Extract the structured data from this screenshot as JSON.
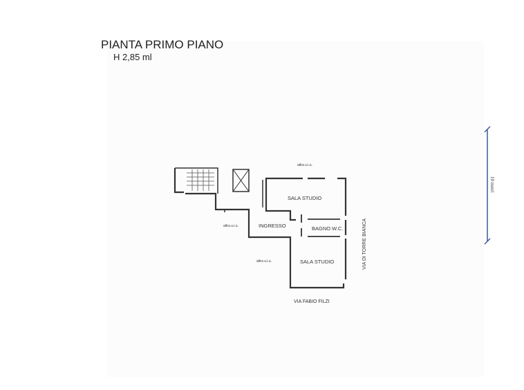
{
  "header": {
    "title": "PIANTA PRIMO PIANO",
    "height": "H 2,85 ml"
  },
  "plan": {
    "rooms": {
      "sala_studio_1": "SALA STUDIO",
      "ingresso": "INGRESSO",
      "bagno": "BAGNO W.C.",
      "sala_studio_2": "SALA STUDIO"
    },
    "neighbors": [
      "altra u.i.u.",
      "altra u.i.u.",
      "altra u.i.u."
    ],
    "streets": {
      "east": "VIA DI TORRE BIANCA",
      "south": "VIA FABIO FILZI"
    }
  },
  "scale": {
    "label": "10 metri"
  },
  "colors": {
    "wall": "#333333",
    "scale": "#3a5a9a"
  }
}
